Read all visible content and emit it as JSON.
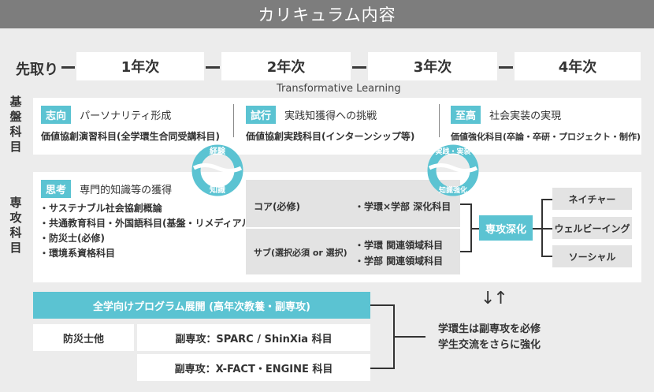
{
  "title": "カリキュラム内容",
  "years": {
    "first_label": "先取り",
    "y1": "1年次",
    "y2": "2年次",
    "y3": "3年次",
    "y4": "4年次"
  },
  "transformative": "Transformative Learning",
  "kiban": {
    "label_chars": [
      "基",
      "盤",
      "科",
      "目"
    ],
    "col1": {
      "tag": "志向",
      "heading": "パーソナリティ形成",
      "item": "価値協創演習科目(全学環生合同受講科目)"
    },
    "col2": {
      "tag": "試行",
      "heading": "実践知獲得への挑戦",
      "item": "価値協創実践科目(インターンシップ等)"
    },
    "col3": {
      "tag": "至高",
      "heading": "社会実装の実現",
      "item": "価値強化科目(卒論・卒研・プロジェクト・制作)"
    }
  },
  "cycles": {
    "left_top": "経験",
    "left_bottom": "知識",
    "right_top": "実践・実装",
    "right_bottom": "知識強化"
  },
  "senko": {
    "label_chars": [
      "専",
      "攻",
      "科",
      "目"
    ],
    "tag": "思考",
    "heading": "専門的知識等の獲得",
    "items": [
      "・サステナブル社会協創概論",
      "・共通教育科目・外国語科目(基盤・リメディアル)",
      "・防災士(必修)",
      "・環境系資格科目"
    ],
    "core_label": "コア(必修)",
    "core_value": "・学環×学部 深化科目",
    "sub_label": "サブ(選択必須 or 選択)",
    "sub_value_1": "・学環 関連領域科目",
    "sub_value_2": "・学部 関連領域科目",
    "deepening": "専攻深化",
    "tracks": [
      "ネイチャー",
      "ウェルビーイング",
      "ソーシャル"
    ]
  },
  "program": {
    "title": "全学向けプログラム展開 (高年次教養・副専攻)",
    "bosai": "防災士他",
    "minor1": "副専攻：SPARC / ShinXia 科目",
    "minor2": "副専攻：X-FACT・ENGINE 科目",
    "arrows": "↓↑",
    "note_1": "学環生は副専攻を必修",
    "note_2": "学生交流をさらに強化"
  }
}
